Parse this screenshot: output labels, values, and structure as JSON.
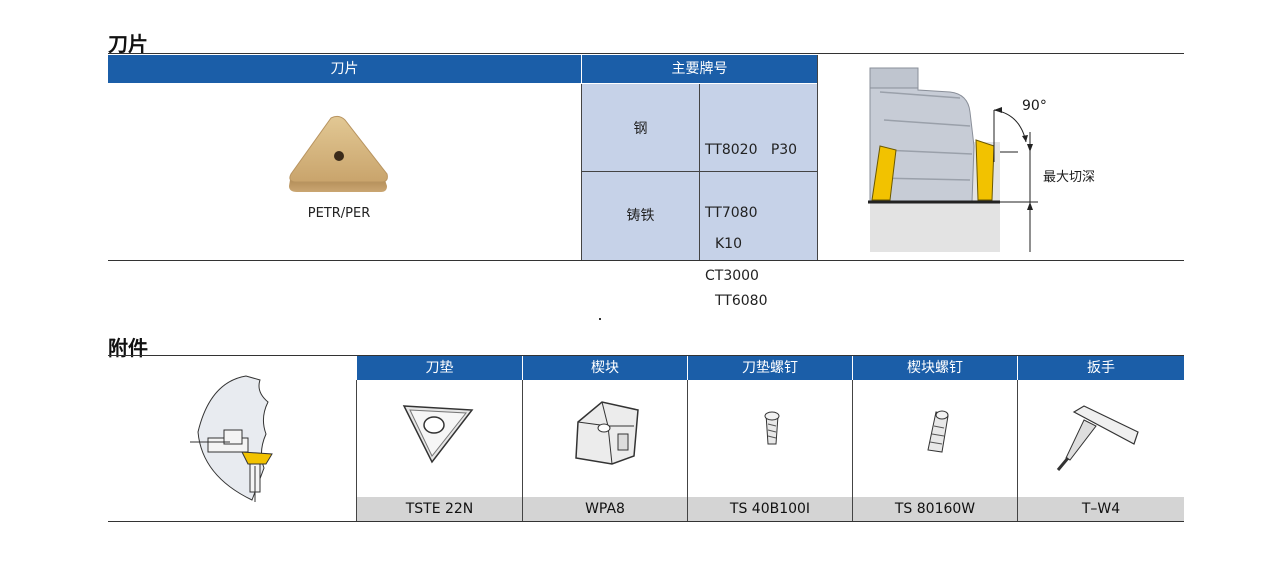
{
  "insert_section": {
    "title": "刀片",
    "header_insert": "刀片",
    "header_grades": "主要牌号",
    "insert_code": "PETR/PER",
    "rows": [
      {
        "material": "钢",
        "grades": [
          "TT8020   P30",
          "TT7080",
          "CT3000"
        ]
      },
      {
        "material": "铸铁",
        "grades": [
          "K10",
          "TT6080"
        ]
      }
    ],
    "diagram": {
      "angle_label": "90°",
      "depth_label": "最大切深"
    }
  },
  "accessory_section": {
    "title": "附件",
    "parts": [
      {
        "name": "刀垫",
        "code": "TSTE 22N"
      },
      {
        "name": "楔块",
        "code": "WPA8"
      },
      {
        "name": "刀垫螺钉",
        "code": "TS 40B100I"
      },
      {
        "name": "楔块螺钉",
        "code": "TS 80160W"
      },
      {
        "name": "扳手",
        "code": "T–W4"
      }
    ]
  },
  "colors": {
    "header_blue": "#1b5ea8",
    "grade_cell": "#c6d2e8",
    "insert_gold": "#d3b27e",
    "carbide_yellow": "#f2c200"
  }
}
